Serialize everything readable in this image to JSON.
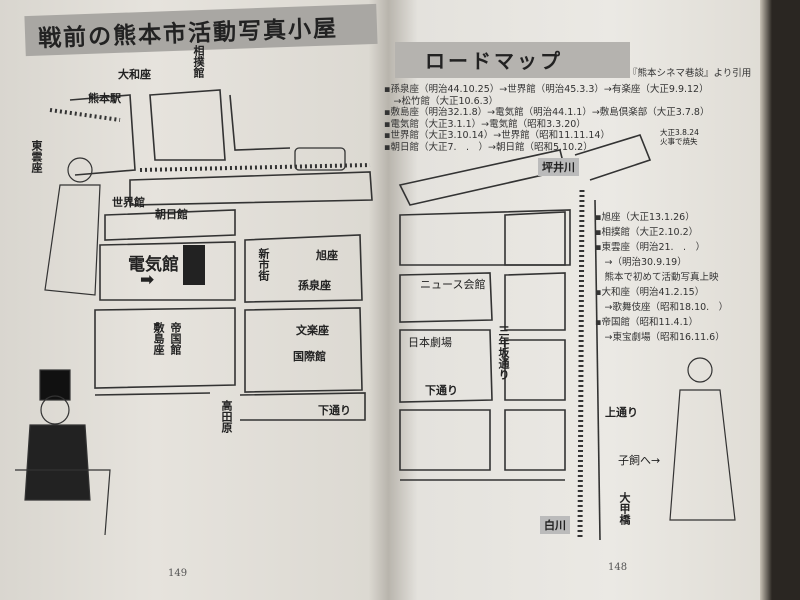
{
  "left_page": {
    "title": "戦前の熊本市活動写真小屋",
    "labels": {
      "yamato": "大和座",
      "station": "熊本駅",
      "sumo": "相撲館",
      "shinonome": "東雲座",
      "sekai": "世界館",
      "asahi_kan": "朝日館",
      "denki": "電気館",
      "arrow": "➡",
      "shinshigai": "新市街",
      "asahi_za": "旭座",
      "sonsen": "孫泉座",
      "shikishima": "敷島座",
      "teikoku": "帝国館",
      "bunraku": "文楽座",
      "kokusai": "国際館",
      "shimotori": "下通り",
      "takadabaru": "高田原"
    },
    "page_number": "149"
  },
  "right_page": {
    "title": "ロードマップ",
    "citation": "『熊本シネマ巷談』より引用",
    "history_lines": [
      "▪孫泉座（明治44.10.25）→世界館（明治45.3.3）→有楽座（大正9.9.12）",
      "　→松竹館（大正10.6.3）",
      "▪敷島座（明治32.1.8）→電気館（明治44.1.1）→敷島倶楽部（大正3.7.8）",
      "▪電気館（大正3.1.1）→電気館（昭和3.3.20）",
      "▪世界館（大正3.10.14）→世界館（昭和11.11.14）",
      "▪朝日館（大正7.　.　）→朝日館（昭和5.10.2）"
    ],
    "fire_note": [
      "大正3.8.24",
      "火事で焼失"
    ],
    "side_notes": [
      "▪旭座（大正13.1.26）",
      "▪相撲館（大正2.10.2）",
      "▪東雲座（明治21.　.　）",
      "　→（明治30.9.19）",
      "　熊本で初めて活動写真上映",
      "▪大和座（明治41.2.15）",
      "　→歌舞伎座（昭和18.10.　）",
      "▪帝国館（昭和11.4.1）",
      "　→東宝劇場（昭和16.11.6）"
    ],
    "labels": {
      "tsuboi": "坪井川",
      "news": "ニュース会館",
      "nihon": "日本劇場",
      "shimotori": "下通り",
      "sannenzaka": "三年坂通り",
      "kamitori": "上通り",
      "koga": "子飼へ→",
      "shirakawa": "白川",
      "taiko": "大甲橋"
    },
    "page_number": "148"
  }
}
